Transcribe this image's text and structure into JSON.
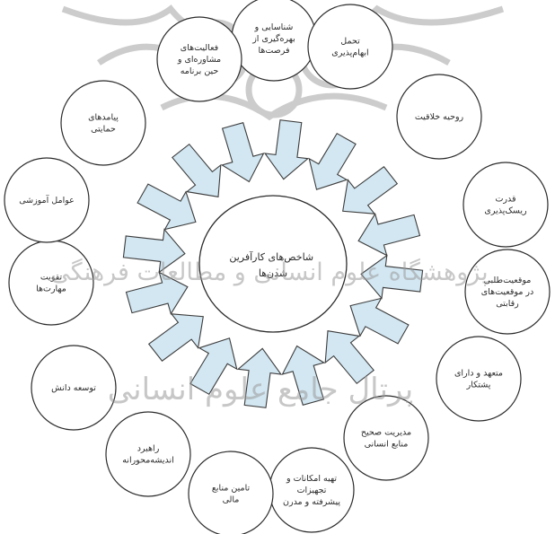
{
  "center": {
    "lines": [
      "شاخص‌های کارآفرین",
      "شدن‌ها"
    ]
  },
  "nodes": [
    {
      "lines": [
        "شناسایی و",
        "بهره‌گیری از",
        "فرصت‌ها"
      ]
    },
    {
      "lines": [
        "تحمل",
        "ابهام‌پذیری"
      ]
    },
    {
      "lines": [
        "روحیه خلاقیت"
      ]
    },
    {
      "lines": [
        "قدرت",
        "ریسک‌پذیری"
      ]
    },
    {
      "lines": [
        "موقعیت‌طلبی",
        "در موقعیت‌های",
        "رقابتی"
      ]
    },
    {
      "lines": [
        "متعهد و دارای",
        "پشتکار"
      ]
    },
    {
      "lines": [
        "مدیریت صحیح",
        "منابع انسانی"
      ]
    },
    {
      "lines": [
        "تهیه امکانات و",
        "تجهیزات",
        "پیشرفته و مدرن"
      ]
    },
    {
      "lines": [
        "تامین منابع",
        "مالی"
      ]
    },
    {
      "lines": [
        "راهبرد",
        "اندیشه‌محورانه"
      ]
    },
    {
      "lines": [
        "توسعه دانش"
      ]
    },
    {
      "lines": [
        "تقویت",
        "مهارت‌ها"
      ]
    },
    {
      "lines": [
        "عوامل آموزشی"
      ]
    },
    {
      "lines": [
        "پیامدهای",
        "حمایتی"
      ]
    },
    {
      "lines": [
        "فعالیت‌های",
        "مشاوره‌ای و",
        "حین برنامه"
      ]
    }
  ],
  "watermark": {
    "line1": "پژوهشگاه علوم انسانی و مطالعات فرهنگی",
    "line2": "پرتال جامع علوم انسانی"
  },
  "colors": {
    "arrow_fill": "#d2e7f2",
    "arrow_stroke": "#3c3c3c",
    "circle_stroke": "#2b2b2b",
    "watermark": "#9a9a9a"
  }
}
